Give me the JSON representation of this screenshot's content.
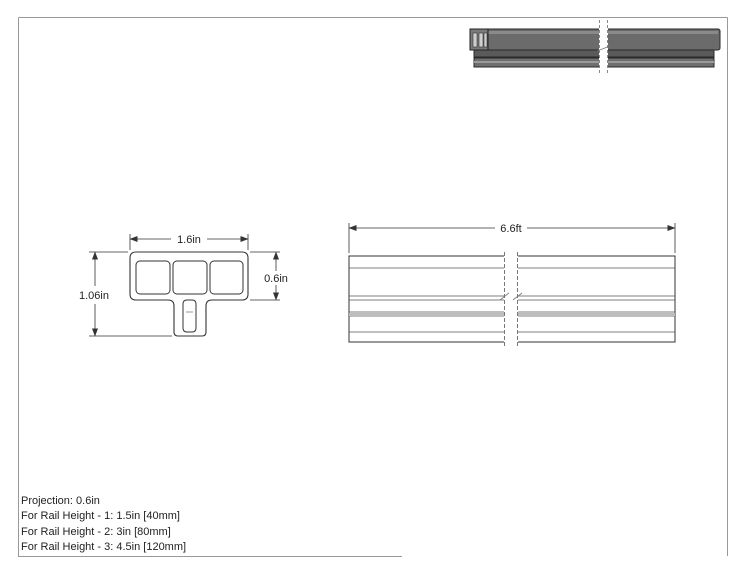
{
  "dimensions": {
    "profile_width": "1.6in",
    "profile_height": "1.06in",
    "box_height": "0.6in",
    "length": "6.6ft"
  },
  "notes": [
    "Projection: 0.6in",
    "For Rail Height - 1: 1.5in [40mm]",
    "For Rail Height - 2: 3in [80mm]",
    "For Rail Height - 3: 4.5in [120mm]"
  ]
}
